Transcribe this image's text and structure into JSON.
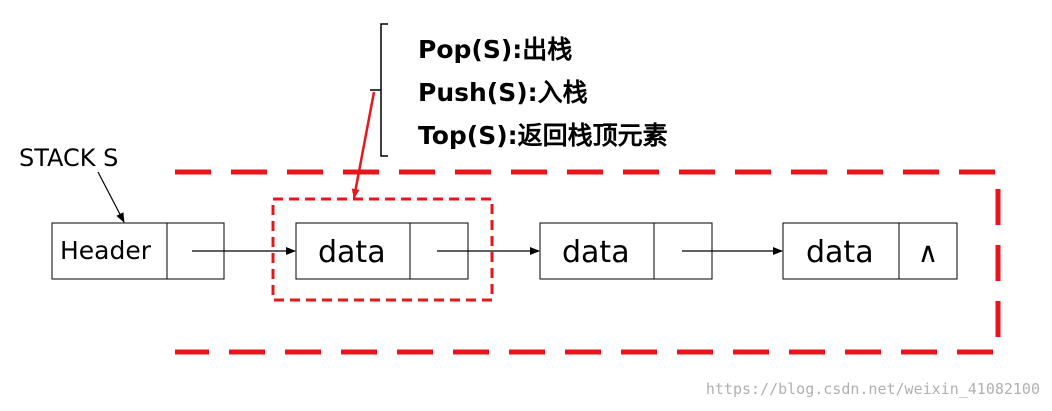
{
  "stack_label": "STACK S",
  "operations": [
    "Pop(S):出栈",
    "Push(S):入栈",
    "Top(S):返回栈顶元素"
  ],
  "nodes": [
    {
      "value": "Header",
      "next": ""
    },
    {
      "value": "data",
      "next": ""
    },
    {
      "value": "data",
      "next": ""
    },
    {
      "value": "data",
      "next": "∧"
    }
  ],
  "watermark": "https://blog.csdn.net/weixin_41082100",
  "colors": {
    "highlight": "#e8161b",
    "line": "#000000",
    "watermark": "#b0b0b0"
  }
}
